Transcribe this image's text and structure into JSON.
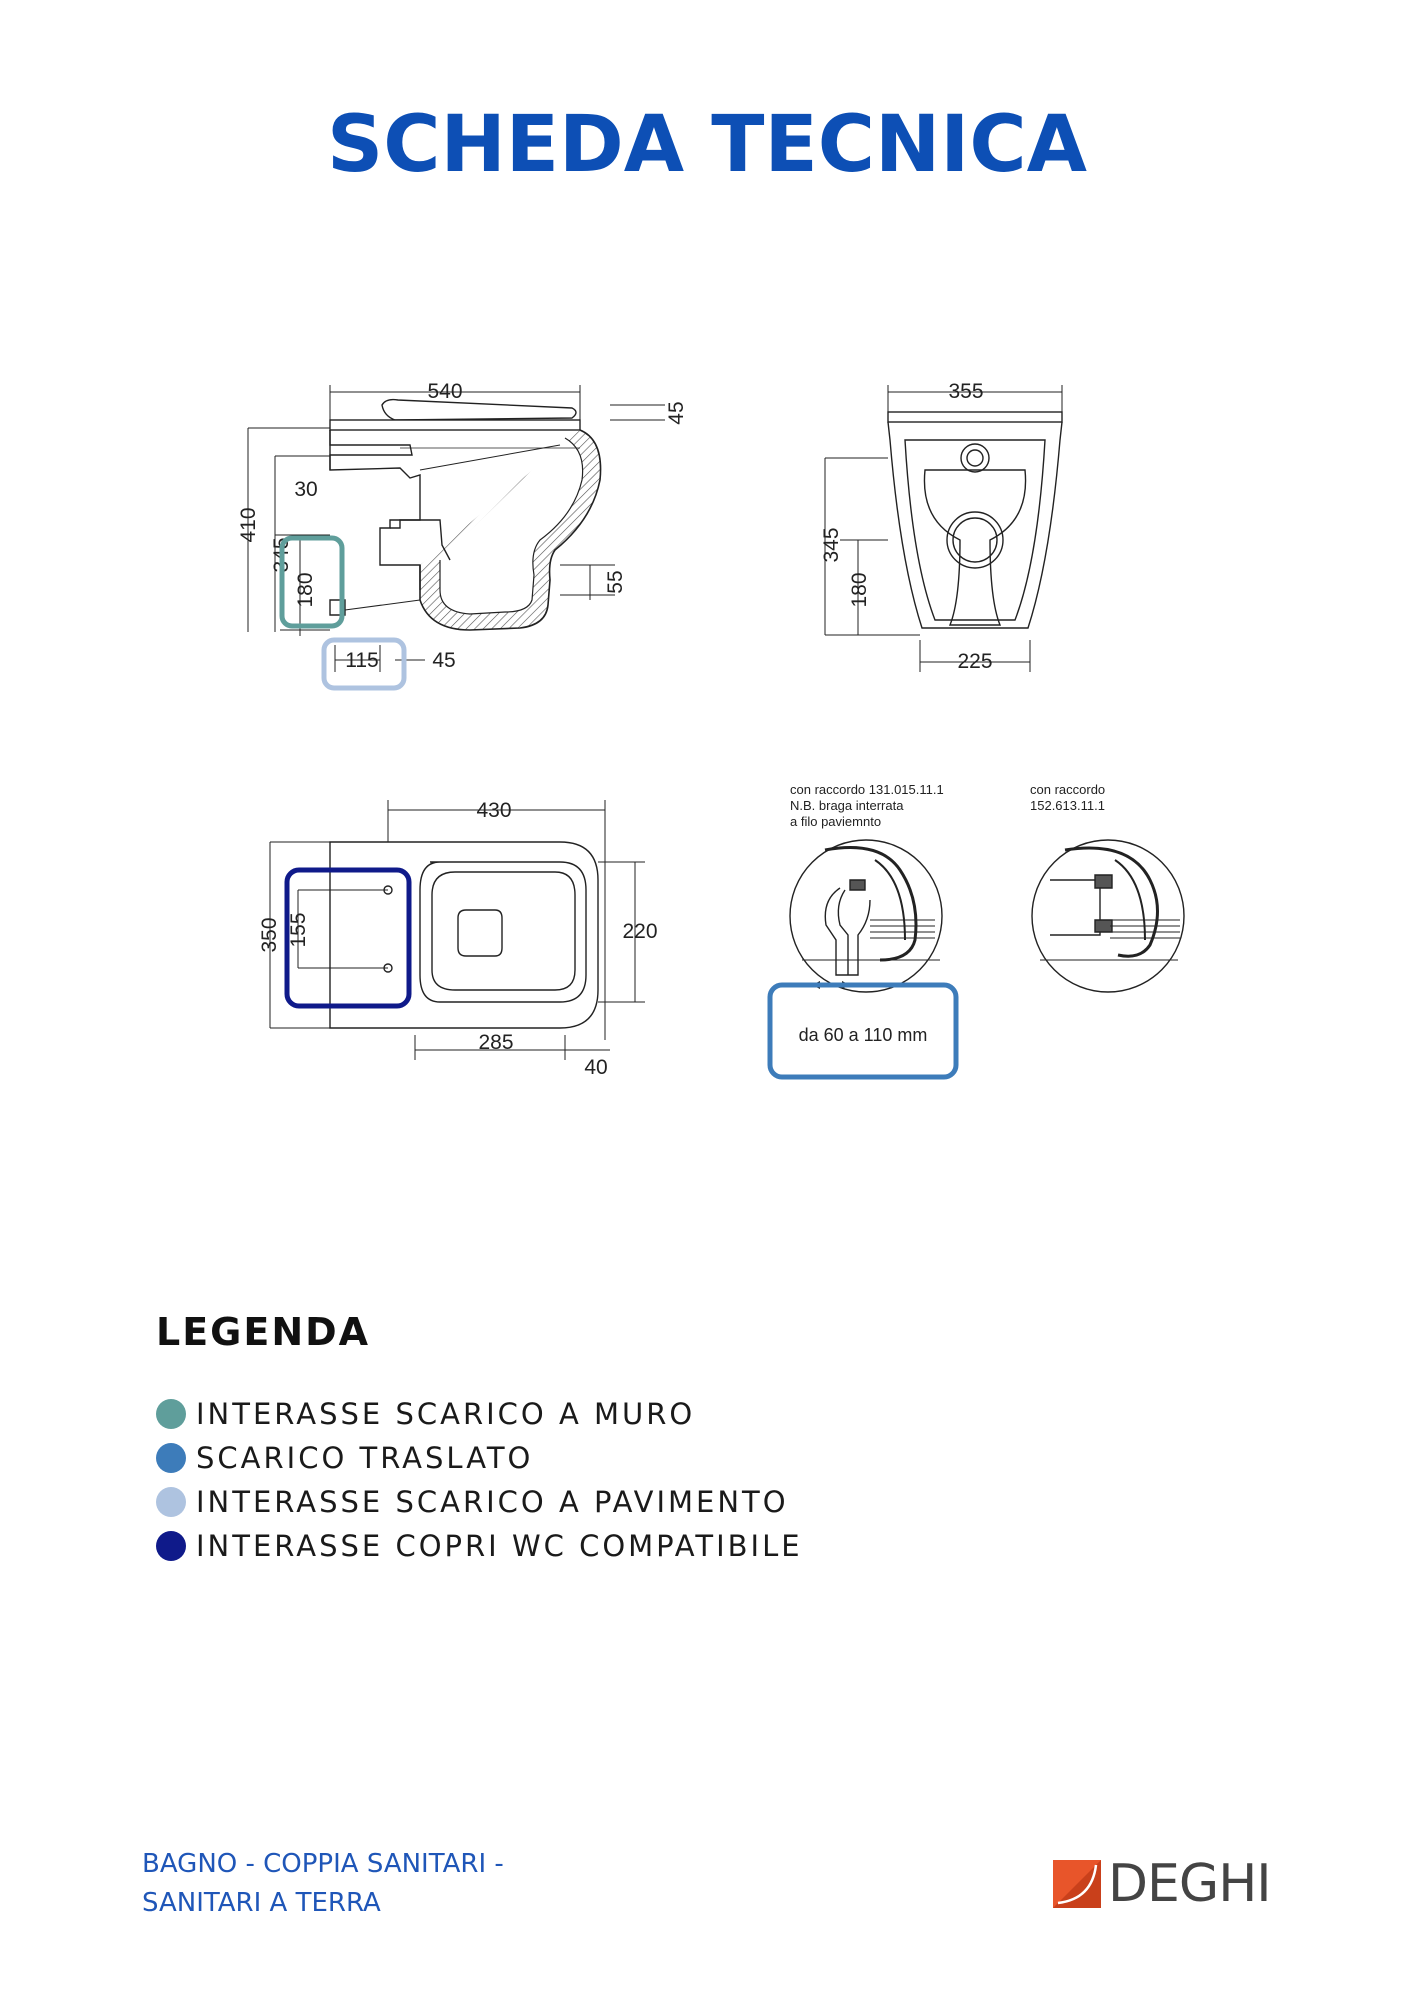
{
  "header": {
    "title": "SCHEDA TECNICA"
  },
  "drawings": {
    "side": {
      "d540": "540",
      "d45top": "45",
      "d410": "410",
      "d30": "30",
      "d345": "345",
      "d180": "180",
      "d55": "55",
      "d115": "115",
      "d45bottom": "45"
    },
    "front": {
      "d355": "355",
      "d345": "345",
      "d180": "180",
      "d225": "225"
    },
    "top": {
      "d430": "430",
      "d350": "350",
      "d155": "155",
      "d220": "220",
      "d285": "285",
      "d40": "40"
    },
    "detail1": {
      "line1": "con raccordo 131.015.11.1",
      "line2": "N.B. braga interrata",
      "line3": "a filo paviemnto",
      "range": "da 60 a 110 mm"
    },
    "detail2": {
      "line1": "con raccordo",
      "line2": "152.613.11.1"
    }
  },
  "legend": {
    "title": "LEGENDA",
    "items": [
      {
        "label": "INTERASSE SCARICO A MURO",
        "color": "#5f9e9b"
      },
      {
        "label": "SCARICO TRASLATO",
        "color": "#3d7cba"
      },
      {
        "label": "INTERASSE SCARICO A PAVIMENTO",
        "color": "#aec3e0"
      },
      {
        "label": "INTERASSE COPRI WC COMPATIBILE",
        "color": "#0f1a8a"
      }
    ]
  },
  "footer": {
    "line1": "BAGNO - COPPIA SANITARI -",
    "line2": "SANITARI A TERRA"
  },
  "logo": {
    "text": "DEGHI",
    "color": "#e8552a"
  }
}
